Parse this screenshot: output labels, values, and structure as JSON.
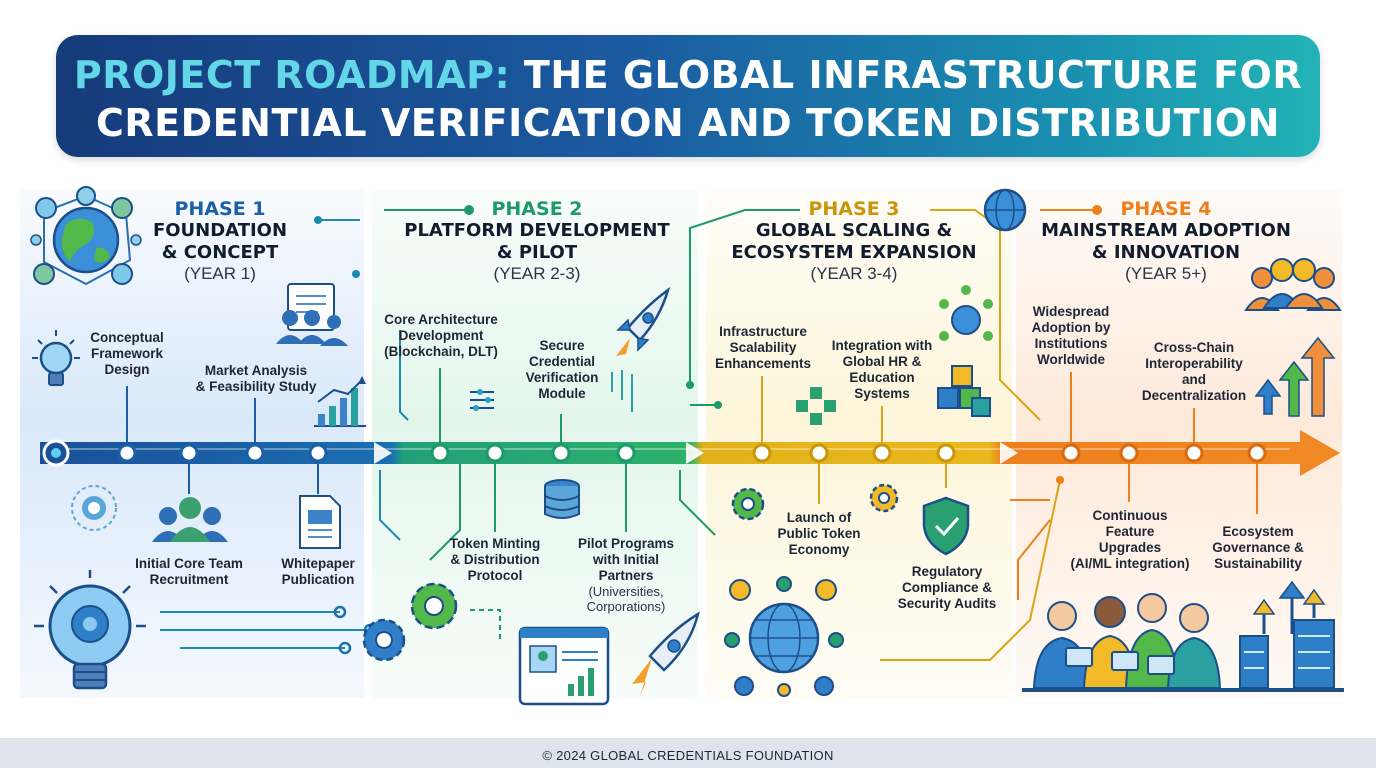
{
  "title": {
    "line1_accent": "PROJECT ROADMAP:",
    "line1_rest": "THE GLOBAL INFRASTRUCTURE FOR",
    "line2": "CREDENTIAL VERIFICATION AND TOKEN DISTRIBUTION"
  },
  "colors": {
    "phase1": "#1a5fa8",
    "phase2": "#1e9a6a",
    "phase3": "#d9a514",
    "phase4": "#ef7f1a"
  },
  "phases": [
    {
      "number": "PHASE 1",
      "name_line1": "FOUNDATION",
      "name_line2": "& CONCEPT",
      "years": "(YEAR 1)",
      "milestones_top": [
        {
          "l1": "Conceptual",
          "l2": "Framework",
          "l3": "Design"
        },
        {
          "l1": "Market Analysis",
          "l2": "& Feasibility Study"
        }
      ],
      "milestones_bottom": [
        {
          "l1": "Initial Core Team",
          "l2": "Recruitment"
        },
        {
          "l1": "Whitepaper",
          "l2": "Publication"
        }
      ]
    },
    {
      "number": "PHASE 2",
      "name_line1": "PLATFORM DEVELOPMENT",
      "name_line2": "& PILOT",
      "years": "(YEAR 2-3)",
      "milestones_top": [
        {
          "l1": "Core Architecture",
          "l2": "Development",
          "l3": "(Blockchain, DLT)"
        },
        {
          "l1": "Secure",
          "l2": "Credential",
          "l3": "Verification",
          "l4": "Module"
        }
      ],
      "milestones_bottom": [
        {
          "l1": "Token Minting",
          "l2": "& Distribution",
          "l3": "Protocol"
        },
        {
          "l1": "Pilot Programs",
          "l2": "with Initial",
          "l3": "Partners",
          "l4": "(Universities,",
          "l5": "Corporations)"
        }
      ]
    },
    {
      "number": "PHASE 3",
      "name_line1": "GLOBAL SCALING &",
      "name_line2": "ECOSYSTEM EXPANSION",
      "years": "(YEAR 3-4)",
      "milestones_top": [
        {
          "l1": "Infrastructure",
          "l2": "Scalability",
          "l3": "Enhancements"
        },
        {
          "l1": "Integration with",
          "l2": "Global HR &",
          "l3": "Education",
          "l4": "Systems"
        }
      ],
      "milestones_bottom": [
        {
          "l1": "Launch of",
          "l2": "Public Token",
          "l3": "Economy"
        },
        {
          "l1": "Regulatory",
          "l2": "Compliance &",
          "l3": "Security Audits"
        }
      ]
    },
    {
      "number": "PHASE 4",
      "name_line1": "MAINSTREAM ADOPTION",
      "name_line2": "& INNOVATION",
      "years": "(YEAR 5+)",
      "milestones_top": [
        {
          "l1": "Widespread",
          "l2": "Adoption by",
          "l3": "Institutions",
          "l4": "Worldwide"
        },
        {
          "l1": "Cross-Chain",
          "l2": "Interoperability",
          "l3": "and",
          "l4": "Decentralization"
        }
      ],
      "milestones_bottom": [
        {
          "l1": "Continuous",
          "l2": "Feature",
          "l3": "Upgrades",
          "l4": "(AI/ML integration)"
        },
        {
          "l1": "Ecosystem",
          "l2": "Governance &",
          "l3": "Sustainability"
        }
      ]
    }
  ],
  "icons": [
    "globe-network-icon",
    "lightbulb-icon",
    "team-icon",
    "document-icon",
    "bar-chart-icon",
    "rocket-icon",
    "database-icon",
    "gear-icon",
    "browser-dashboard-icon",
    "cubes-icon",
    "shield-check-icon",
    "world-network-icon",
    "users-group-icon",
    "rising-arrows-icon",
    "server-icon",
    "people-tablets-icon"
  ],
  "footer": "© 2024 GLOBAL CREDENTIALS FOUNDATION"
}
